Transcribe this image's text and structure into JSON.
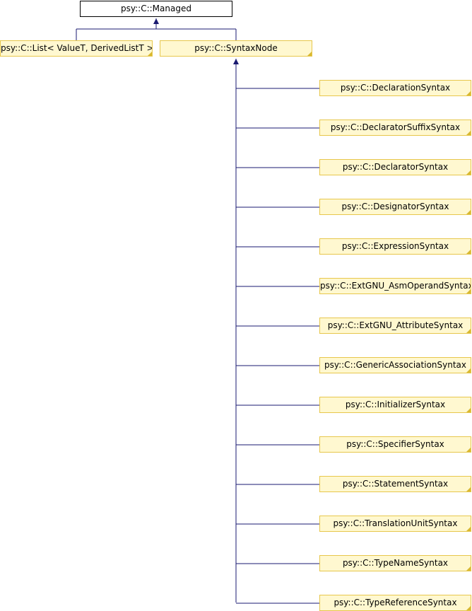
{
  "diagram": {
    "root": {
      "label": "psy::C::Managed",
      "interactable": false
    },
    "list": {
      "label": "psy::C::List< ValueT, DerivedListT >"
    },
    "syntax_node": {
      "label": "psy::C::SyntaxNode"
    },
    "subclasses": [
      "psy::C::DeclarationSyntax",
      "psy::C::DeclaratorSuffixSyntax",
      "psy::C::DeclaratorSyntax",
      "psy::C::DesignatorSyntax",
      "psy::C::ExpressionSyntax",
      "psy::C::ExtGNU_AsmOperandSyntax",
      "psy::C::ExtGNU_AttributeSyntax",
      "psy::C::GenericAssociationSyntax",
      "psy::C::InitializerSyntax",
      "psy::C::SpecifierSyntax",
      "psy::C::StatementSyntax",
      "psy::C::TranslationUnitSyntax",
      "psy::C::TypeNameSyntax",
      "psy::C::TypeReferenceSyntax"
    ],
    "colors": {
      "edge": "#191970",
      "node_fill": "#fff8d0",
      "node_border": "#e7c74c",
      "root_fill": "#ffffff",
      "root_border": "#000000"
    }
  }
}
